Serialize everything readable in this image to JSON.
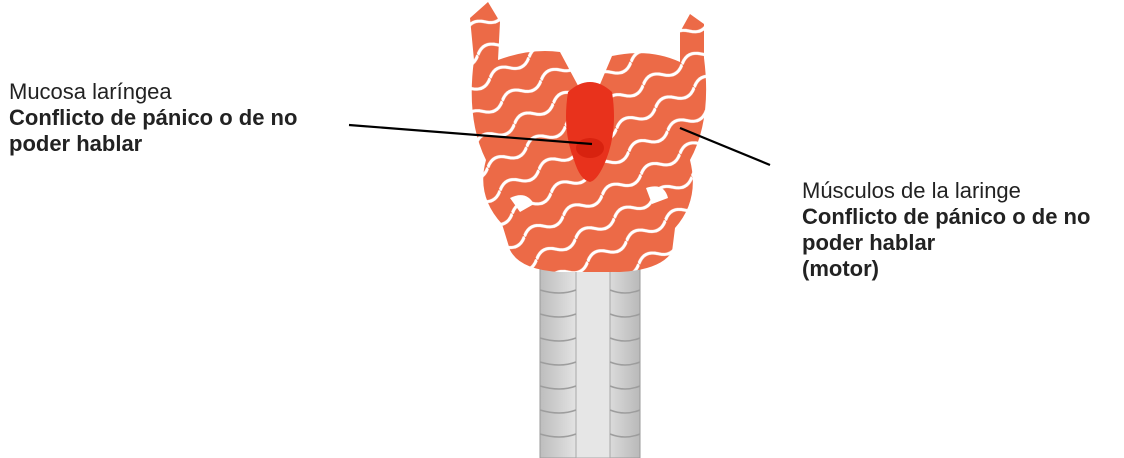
{
  "labels": {
    "left": {
      "name": "Mucosa laríngea",
      "condition_line1": "Conflicto de pánico o de no",
      "condition_line2": "poder hablar"
    },
    "right": {
      "name": "Músculos de la laringe",
      "condition_line1": "Conflicto de pánico o de no",
      "condition_line2": "poder hablar",
      "condition_line3": "(motor)"
    }
  },
  "colors": {
    "muscle": "#ec6a47",
    "mucosa": "#e8321c",
    "wave": "#ffffff",
    "trachea": "#d9d9d9",
    "leader_line": "#000000"
  }
}
